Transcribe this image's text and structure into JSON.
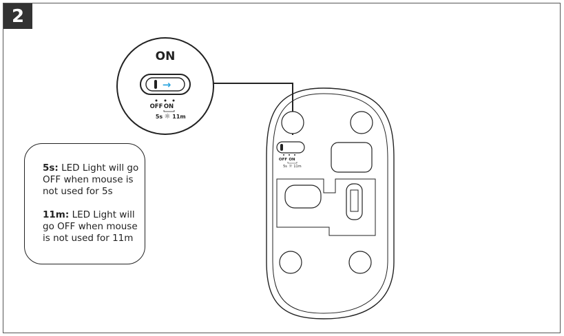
{
  "step": {
    "number": "2"
  },
  "zoom": {
    "title": "ON",
    "arrow": "→",
    "off_label": "OFF",
    "on_label": "ON",
    "timer_short": "5s",
    "timer_long": "11m"
  },
  "mouse": {
    "off_label": "OFF",
    "on_label": "ON",
    "timer_short": "5s",
    "timer_long": "11m"
  },
  "notes": [
    {
      "term": "5s:",
      "text": "LED Light will go OFF when mouse is not used for 5s"
    },
    {
      "term": "11m:",
      "text": "LED Light will go OFF when mouse is not used for 11m"
    }
  ],
  "colors": {
    "arrow": "#2fa6df",
    "line": "#222222",
    "badge": "#333333"
  }
}
